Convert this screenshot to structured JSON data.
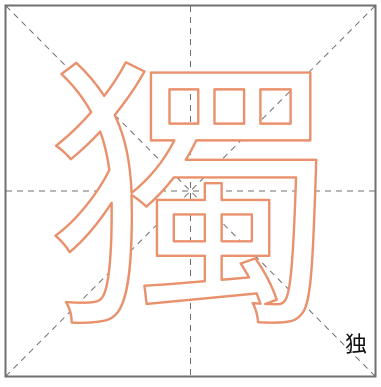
{
  "page": {
    "background": "#ffffff"
  },
  "grid": {
    "frame_color": "#6f6f6f",
    "guide_color": "#6f6f6f",
    "guide_style": "dashed",
    "guides": [
      "horizontal-center",
      "vertical-center",
      "diagonal",
      "anti-diagonal"
    ]
  },
  "character": {
    "traditional": "獨",
    "outline_color": "#e9906c",
    "style": "hollow-outline"
  },
  "caption": {
    "simplified": "独",
    "color": "#111111"
  }
}
